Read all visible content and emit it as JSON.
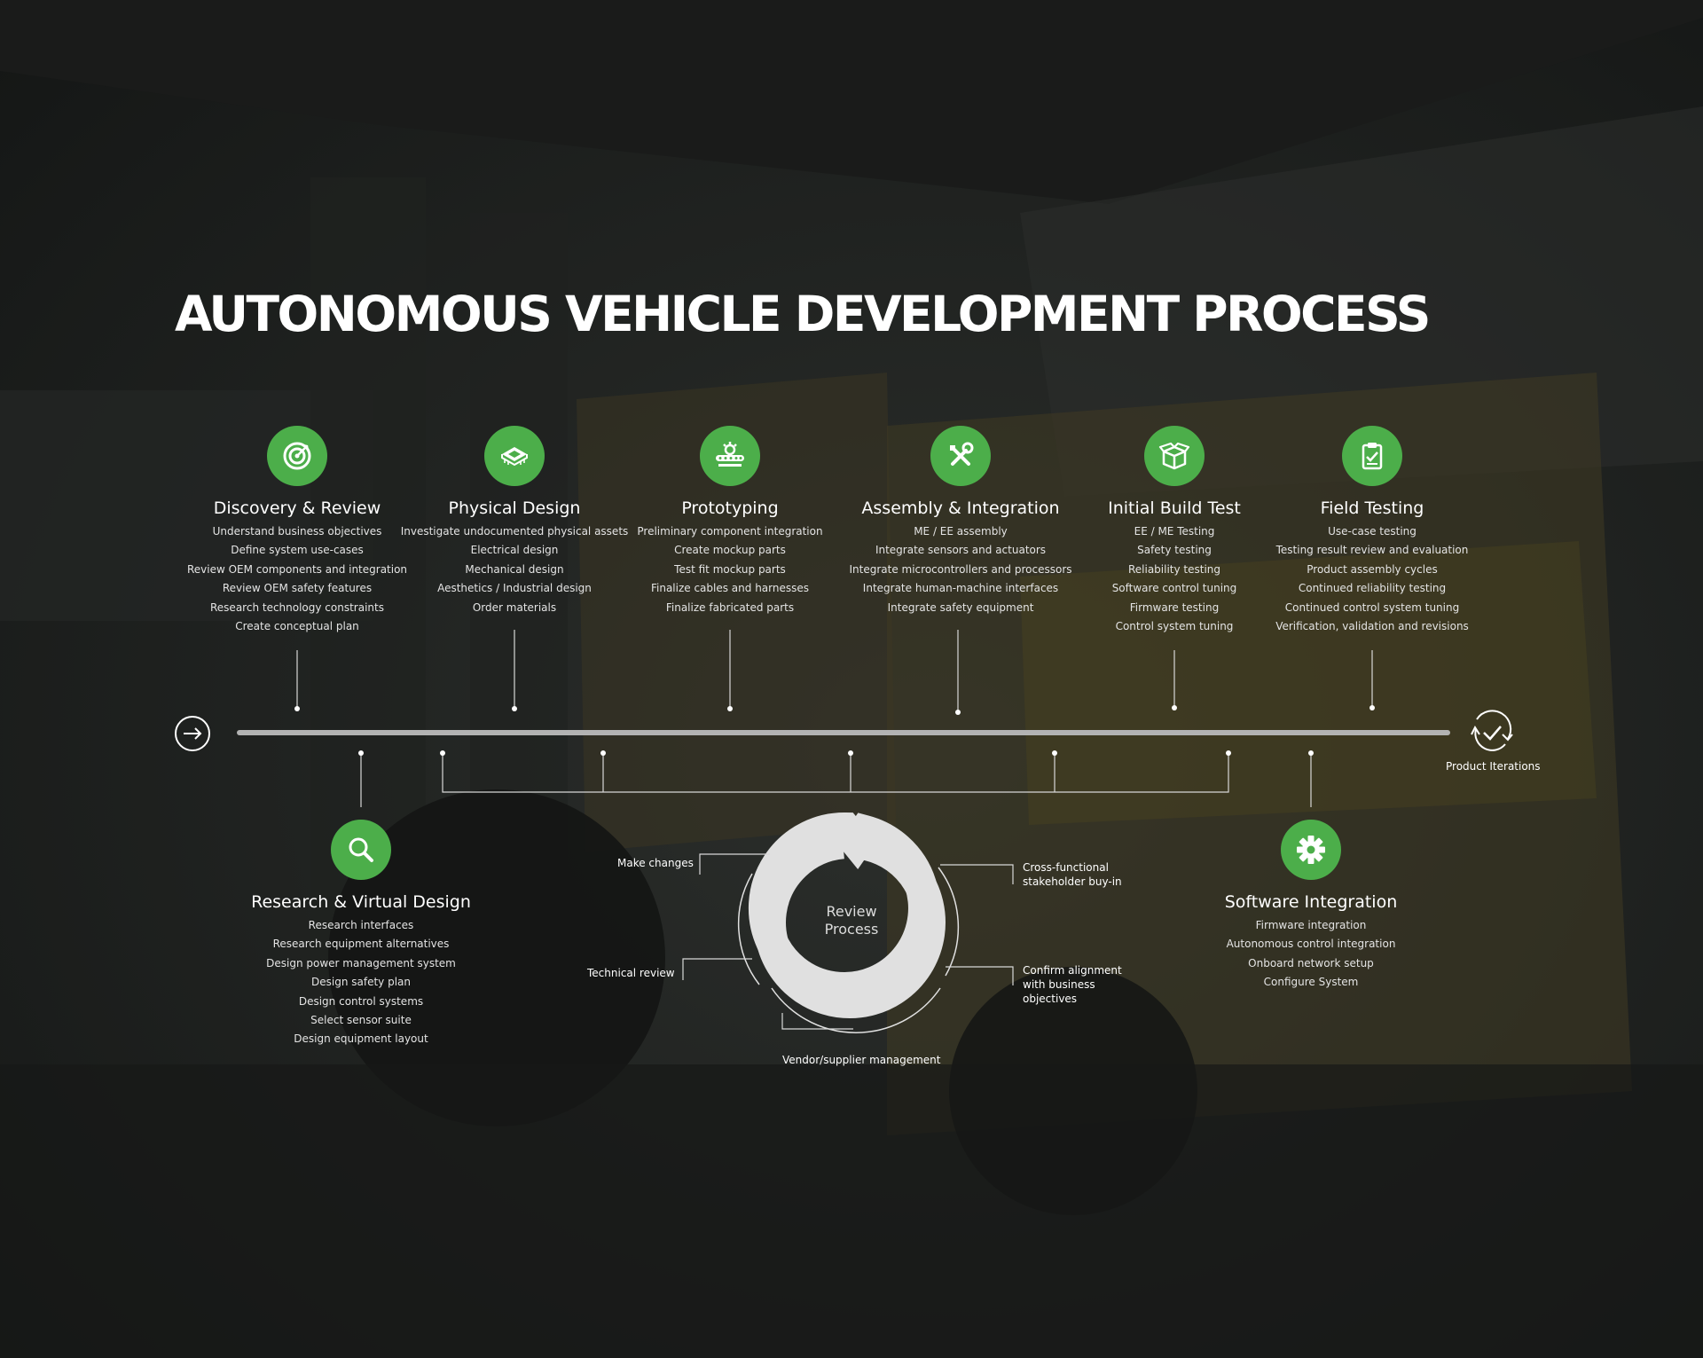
{
  "title": "AUTONOMOUS VEHICLE DEVELOPMENT PROCESS",
  "top_stages": [
    {
      "name": "Discovery & Review",
      "icon": "target-icon",
      "items": [
        "Understand business objectives",
        "Define system use-cases",
        "Review OEM components and integration",
        "Review OEM safety features",
        "Research technology constraints",
        "Create conceptual plan"
      ]
    },
    {
      "name": "Physical Design",
      "icon": "chip-icon",
      "items": [
        "Investigate undocumented physical assets",
        "Electrical design",
        "Mechanical design",
        "Aesthetics / Industrial design",
        "Order materials"
      ]
    },
    {
      "name": "Prototyping",
      "icon": "conveyor-icon",
      "items": [
        "Preliminary component integration",
        "Create mockup parts",
        "Test fit mockup parts",
        "Finalize cables and harnesses",
        "Finalize fabricated parts"
      ]
    },
    {
      "name": "Assembly & Integration",
      "icon": "tools-icon",
      "items": [
        "ME / EE assembly",
        "Integrate sensors and actuators",
        "Integrate microcontrollers and processors",
        "Integrate human-machine interfaces",
        "Integrate safety equipment"
      ]
    },
    {
      "name": "Initial Build Test",
      "icon": "box-icon",
      "items": [
        "EE / ME Testing",
        "Safety testing",
        "Reliability testing",
        "Software control tuning",
        "Firmware testing",
        "Control system tuning"
      ]
    },
    {
      "name": "Field Testing",
      "icon": "clipboard-check-icon",
      "items": [
        "Use-case testing",
        "Testing result review and evaluation",
        "Product assembly cycles",
        "Continued reliability testing",
        "Continued control system tuning",
        "Verification, validation and revisions"
      ]
    }
  ],
  "bottom_stages": [
    {
      "name": "Research & Virtual Design",
      "icon": "search-icon",
      "items": [
        "Research interfaces",
        "Research equipment alternatives",
        "Design power management system",
        "Design safety plan",
        "Design control systems",
        "Select sensor suite",
        "Design equipment layout"
      ]
    },
    {
      "name": "Software Integration",
      "icon": "gear-icon",
      "items": [
        "Firmware integration",
        "Autonomous control integration",
        "Onboard network setup",
        "Configure System"
      ]
    }
  ],
  "timeline": {
    "end_label": "Product Iterations",
    "start_icon": "arrow-right-icon",
    "end_icon": "cycle-check-icon"
  },
  "review": {
    "center_line1": "Review",
    "center_line2": "Process",
    "make_changes": "Make changes",
    "technical_review": "Technical review",
    "vendor": "Vendor/supplier management",
    "cross_line1": "Cross-functional",
    "cross_line2": "stakeholder buy-in",
    "confirm_line1": "Confirm alignment",
    "confirm_line2": "with business",
    "confirm_line3": "objectives"
  },
  "colors": {
    "accent": "#4cae4a",
    "background": "#1b1d1c",
    "timeline": "#b3b3b3"
  }
}
